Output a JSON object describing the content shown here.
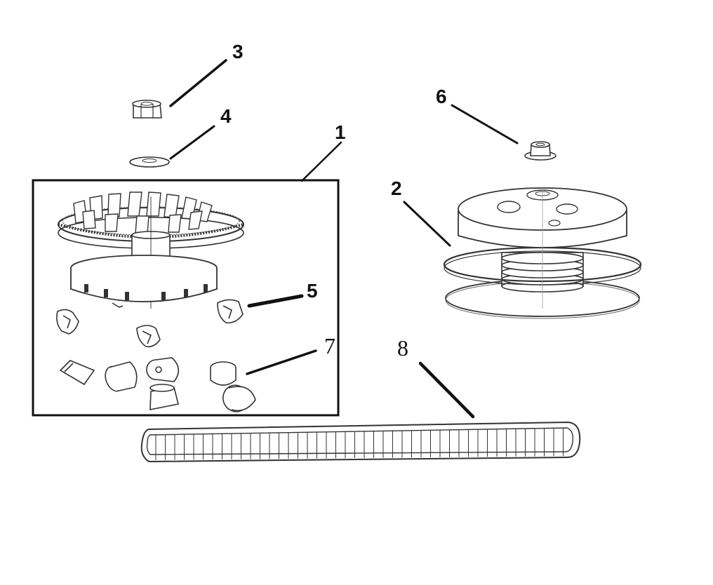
{
  "diagram": {
    "labels": {
      "l1": "1",
      "l2": "2",
      "l3": "3",
      "l4": "4",
      "l5": "5",
      "l6": "6",
      "l7": "7",
      "l8": "8"
    },
    "colors": {
      "line": "#111111",
      "part_stroke": "#333333",
      "background": "#ffffff"
    }
  }
}
